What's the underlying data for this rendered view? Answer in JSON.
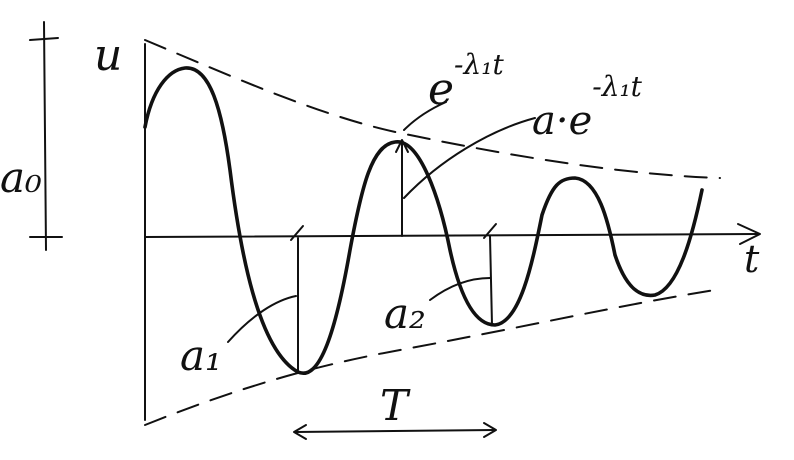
{
  "labels": {
    "y_axis": "u",
    "x_axis": "t",
    "envelope_base": "e",
    "envelope_exp": "-λ₁t",
    "amplitude_envelope_base": "a·e",
    "amplitude_envelope_exp": "-λ₁t",
    "initial_amplitude": "a₀",
    "first_amplitude": "a₁",
    "second_amplitude": "a₂",
    "period": "T"
  },
  "colors": {
    "ink": "#111111",
    "paper": "#ffffff"
  }
}
